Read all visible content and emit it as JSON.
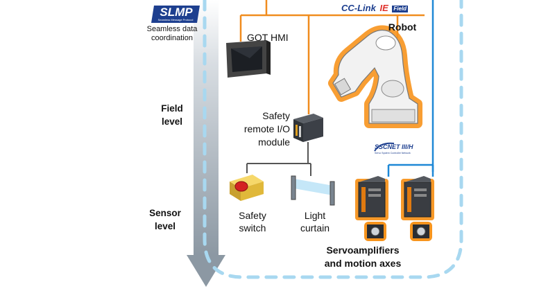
{
  "protocol": {
    "badge": "SLMP",
    "badge_subtitle": "Seamless Message Protocol",
    "caption_line1": "Seamless data",
    "caption_line2": "coordination"
  },
  "levels": {
    "field": {
      "line1": "Field",
      "line2": "level"
    },
    "sensor": {
      "line1": "Sensor",
      "line2": "level"
    }
  },
  "network": {
    "cclink_text": "CC-Link",
    "cclink_ie": "IE",
    "cclink_field": "Field",
    "sscnet_text": "SSCNET III/H",
    "sscnet_subtitle": "Servo System Controller Network"
  },
  "devices": {
    "got_hmi": "GOT HMI",
    "robot": "Robot",
    "safety_remote_io": {
      "line1": "Safety",
      "line2": "remote I/O",
      "line3": "module"
    },
    "safety_switch": {
      "line1": "Safety",
      "line2": "switch"
    },
    "light_curtain": {
      "line1": "Light",
      "line2": "curtain"
    },
    "servo": {
      "line1": "Servoamplifiers",
      "line2": "and motion axes"
    }
  },
  "colors": {
    "network_orange": "#f08c1e",
    "sscnet_blue": "#1e88d6",
    "dashed_border": "#a8d8f0",
    "arrow_gray": "#9aa6b0",
    "highlight_orange": "#f7941d"
  }
}
